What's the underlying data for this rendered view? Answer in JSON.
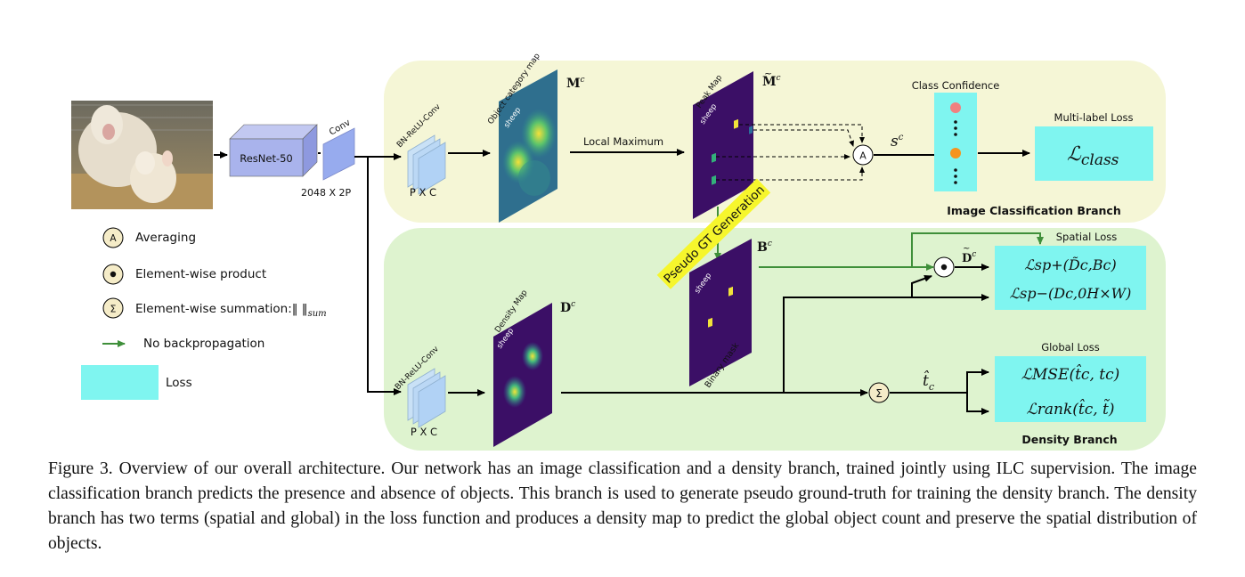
{
  "colors": {
    "classification_bg": "#f5f6d6",
    "density_bg": "#def3cf",
    "loss_box": "#7ff5f0",
    "feature_box": "#b3d4f5",
    "resnet_box": "#aab4ee",
    "map_dark": "#3b0f66",
    "arrow_green": "#3f8f3a",
    "pseudo_label_bg": "#f6f62c"
  },
  "figure": {
    "input_image": "sheep-and-lamb-photo",
    "resnet_label": "ResNet-50",
    "conv_label": "Conv",
    "feature_dim": "2048 X 2P",
    "cls_block_label": "BN-ReLU-Conv",
    "cls_block_dim": "P X C",
    "object_map_label": "Object category map",
    "object_map_class": "sheep",
    "object_map_symbol": "M",
    "object_map_sup": "c",
    "local_max_label": "Local Maximum",
    "peak_map_label": "Peak Map",
    "peak_map_class": "sheep",
    "peak_map_symbol": "M",
    "peak_map_sup": "c",
    "averaging_symbol": "A",
    "class_score_symbol": "s",
    "class_score_sup": "c",
    "class_confidence_label": "Class Confidence",
    "multilabel_loss_label": "Multi-label Loss",
    "class_loss_main": "ℒ",
    "class_loss_sub": "class",
    "classification_branch_title": "Image Classification Branch",
    "pseudo_gt_label": "Pseudo GT Generation",
    "binary_mask_symbol": "B",
    "binary_mask_sup": "c",
    "binary_mask_class": "sheep",
    "binary_mask_label": "Binary mask",
    "product_symbol": "•",
    "masked_density_symbol": "D",
    "masked_density_sup": "c",
    "spatial_loss_label": "Spatial Loss",
    "spatial_loss_pos": "ℒsp+(D̃c,Bc)",
    "spatial_loss_neg": "ℒsp−(Dc,0H×W)",
    "density_block_label": "BN-ReLU-Conv",
    "density_block_dim": "P X C",
    "density_map_label": "Density Map",
    "density_map_class": "sheep",
    "density_map_symbol": "D",
    "density_map_sup": "c",
    "summation_symbol": "Σ",
    "count_symbol": "t̂",
    "count_sub": "c",
    "global_loss_label": "Global Loss",
    "mse_loss": "ℒMSE(t̂c, tc)",
    "rank_loss": "ℒrank(t̂c, t̃)",
    "density_branch_title": "Density Branch"
  },
  "legend": {
    "averaging_symbol": "A",
    "averaging_label": "Averaging",
    "product_symbol": "•",
    "product_label": "Element-wise product",
    "summation_symbol": "Σ",
    "summation_label": "Element-wise summation:‖ ‖",
    "summation_sub": "sum",
    "nobackprop_label": "No backpropagation",
    "loss_label": "Loss"
  },
  "caption": {
    "label": "Figure 3.",
    "text": "Overview of our overall architecture.  Our network has an image classification and a density branch, trained jointly using ILC supervision. The image classification branch predicts the presence and absence of objects. This branch is used to generate pseudo ground-truth for training the density branch. The density branch has two terms (spatial and global) in the loss function and produces a density map to predict the global object count and preserve the spatial distribution of objects."
  }
}
